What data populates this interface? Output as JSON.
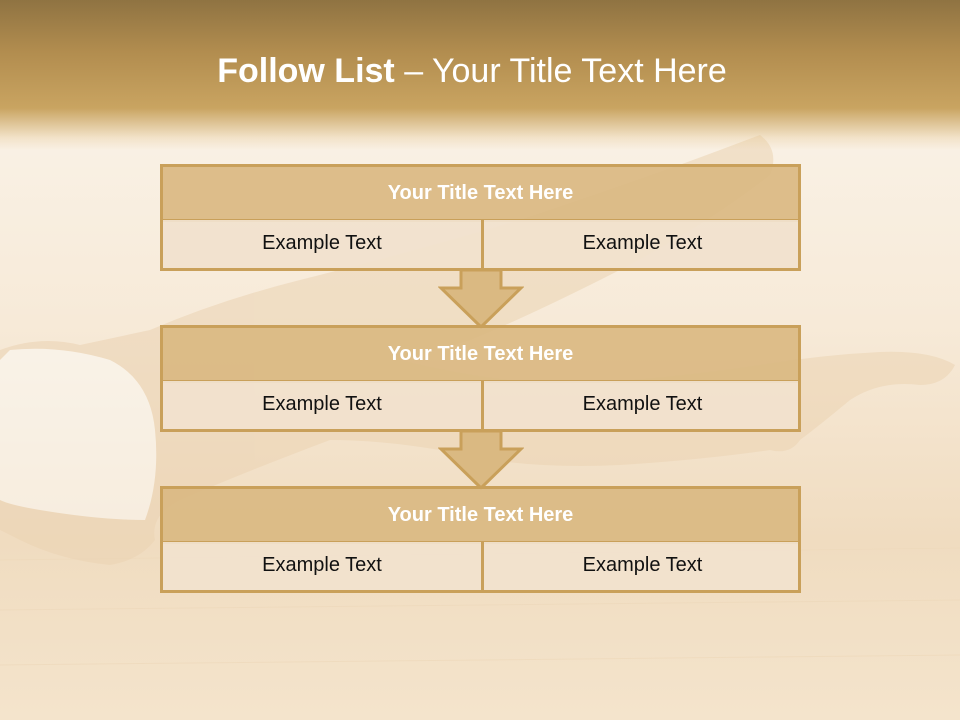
{
  "slide": {
    "title_bold": "Follow List",
    "title_rest": " – Your Title Text Here"
  },
  "steps": [
    {
      "title": "Your Title Text Here",
      "left": "Example Text",
      "right": "Example Text"
    },
    {
      "title": "Your Title Text Here",
      "left": "Example Text",
      "right": "Example Text"
    },
    {
      "title": "Your Title Text Here",
      "left": "Example Text",
      "right": "Example Text"
    }
  ],
  "colors": {
    "header": "#b28d4f",
    "box_border": "#c9a05a",
    "box_title_fill": "#dab982",
    "box_body_fill": "#f1e1cd"
  }
}
